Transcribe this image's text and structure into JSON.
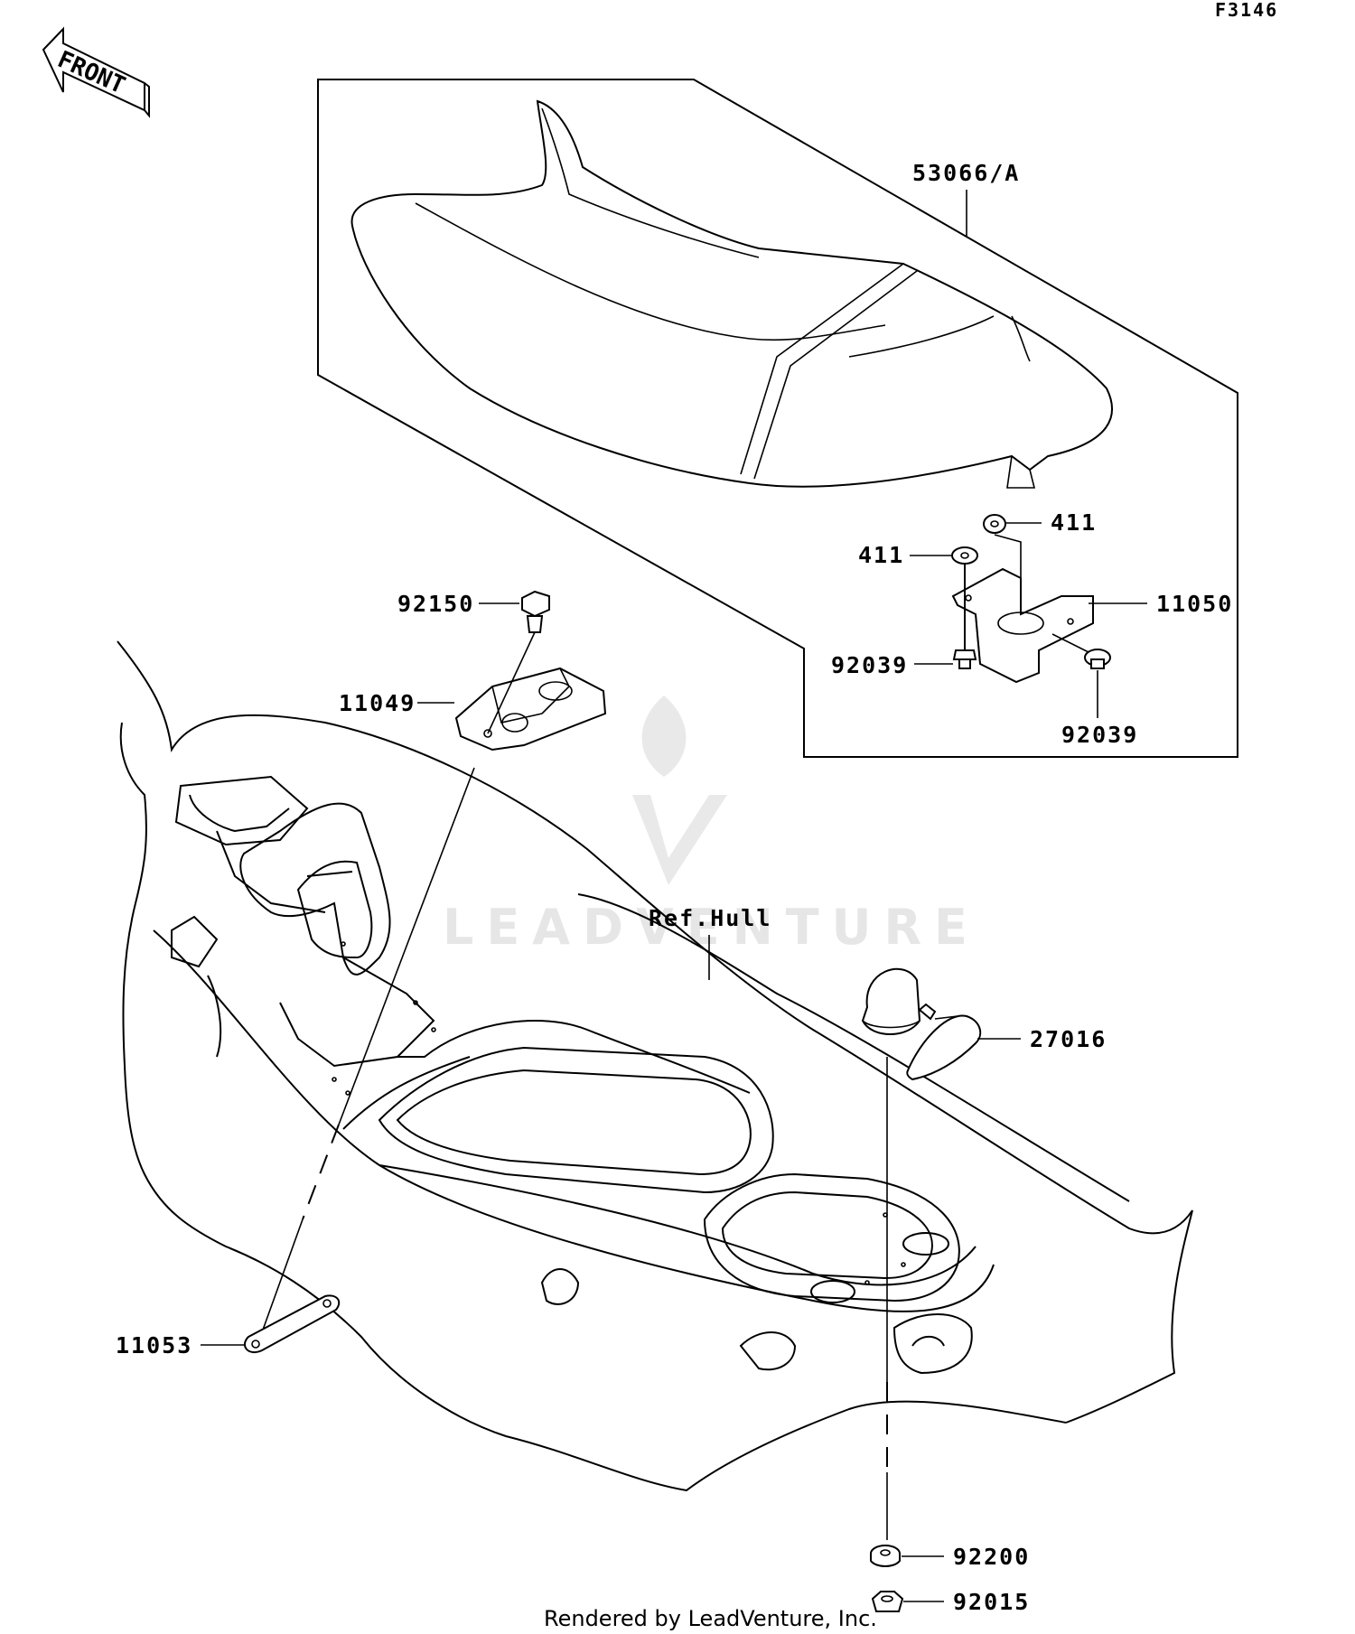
{
  "diagram_code": "F3146",
  "front_label": "FRONT",
  "watermark": "LEADVENTURE",
  "footer": "Rendered by LeadVenture, Inc.",
  "callouts": {
    "seat": "53066/A",
    "washer_upper": "411",
    "washer_lower": "411",
    "bracket_seat": "11050",
    "bolt_left": "92039",
    "bolt_right": "92039",
    "bolt_hull": "92150",
    "bracket_hull": "11049",
    "ref_hull": "Ref.Hull",
    "hook": "27016",
    "plate": "11053",
    "grommet": "92200",
    "nut": "92015"
  }
}
